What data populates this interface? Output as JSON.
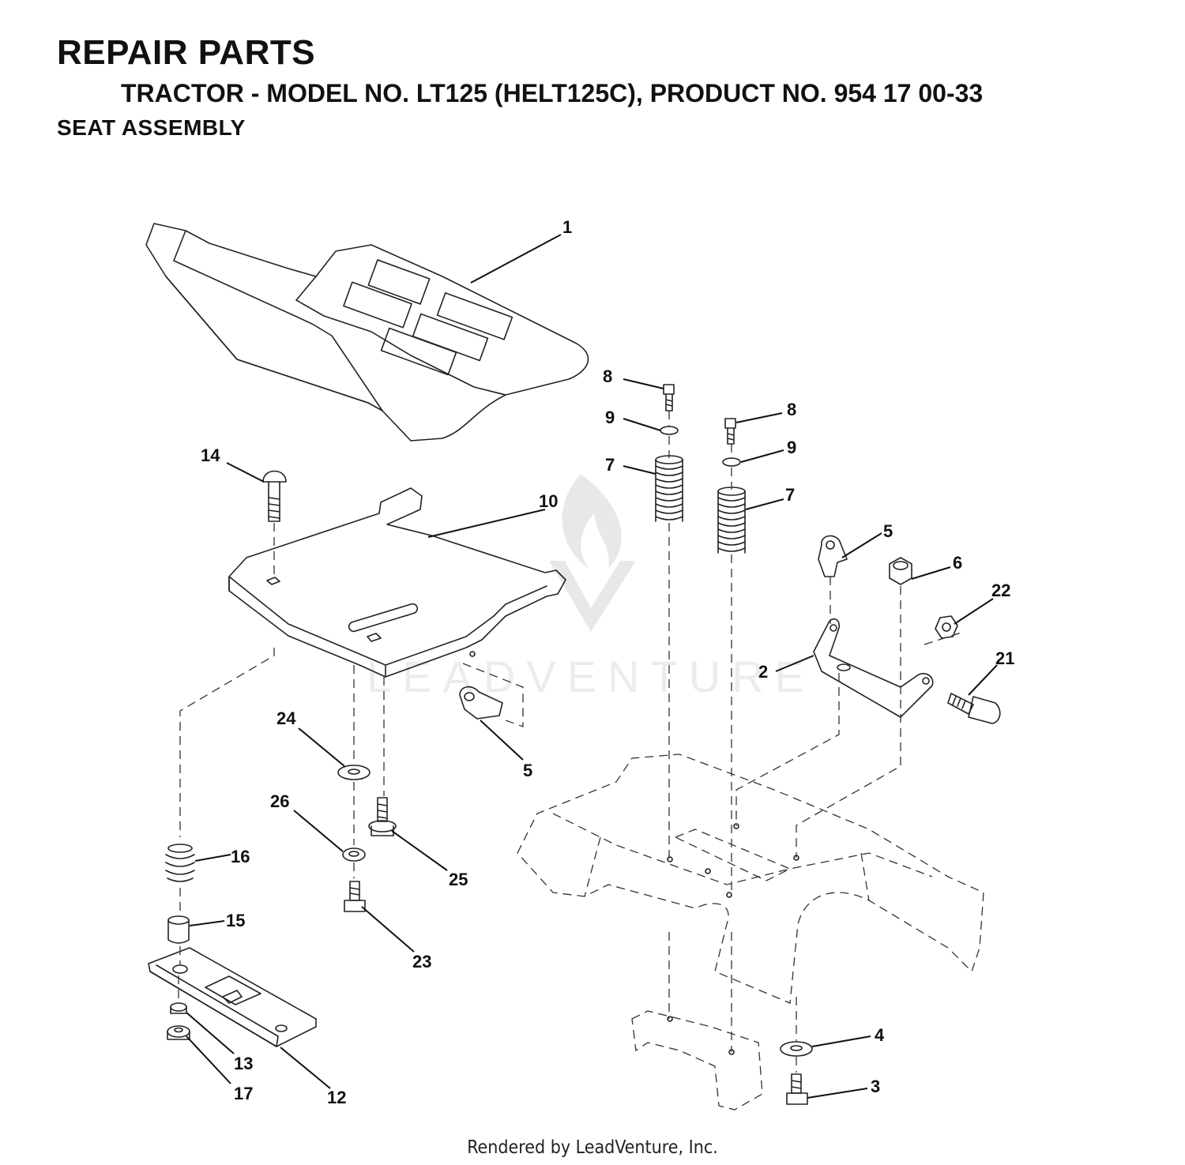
{
  "header": {
    "title": "REPAIR PARTS",
    "subtitle": "TRACTOR - MODEL NO. LT125 (HELT125C), PRODUCT NO. 954 17 00-33",
    "section": "SEAT ASSEMBLY"
  },
  "watermark": {
    "text": "LEADVENTURE"
  },
  "footer": {
    "text": "Rendered by LeadVenture, Inc."
  },
  "callouts": {
    "c1": "1",
    "c2": "2",
    "c3": "3",
    "c4": "4",
    "c5a": "5",
    "c5b": "5",
    "c6": "6",
    "c7a": "7",
    "c7b": "7",
    "c8a": "8",
    "c8b": "8",
    "c9a": "9",
    "c9b": "9",
    "c10": "10",
    "c12": "12",
    "c13": "13",
    "c14": "14",
    "c15": "15",
    "c16": "16",
    "c17": "17",
    "c21": "21",
    "c22": "22",
    "c23": "23",
    "c24": "24",
    "c25": "25",
    "c26": "26"
  }
}
